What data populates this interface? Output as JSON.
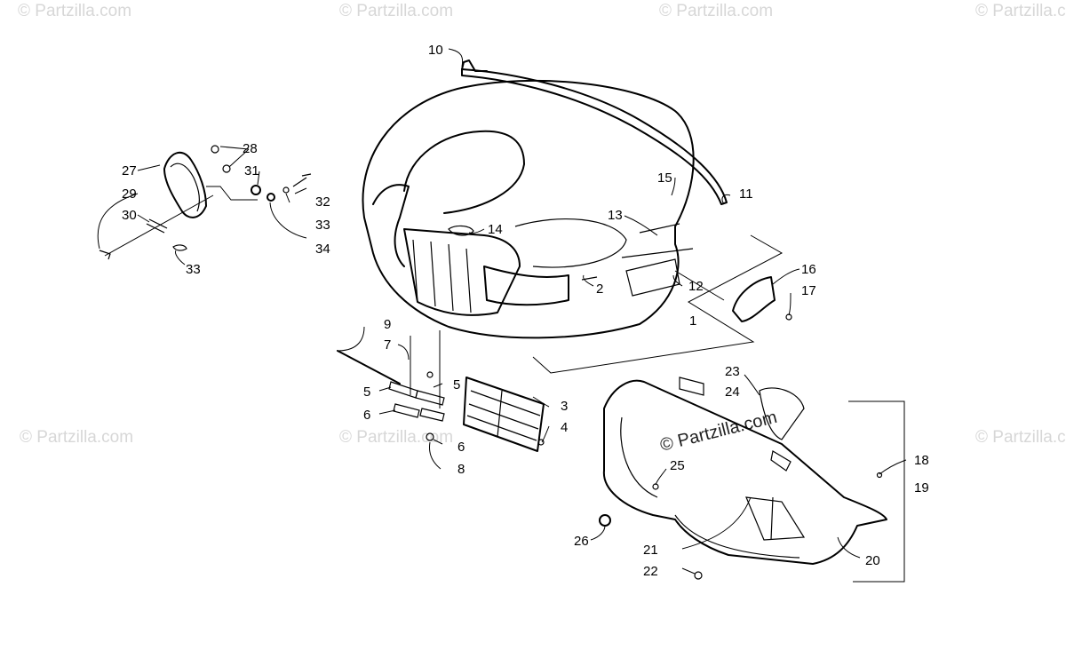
{
  "watermark": {
    "text": "© Partzilla.com",
    "color": "#d7d7d7"
  },
  "callouts": {
    "c1": "1",
    "c2": "2",
    "c3": "3",
    "c4": "4",
    "c5a": "5",
    "c5b": "5",
    "c6a": "6",
    "c6b": "6",
    "c7": "7",
    "c8": "8",
    "c9": "9",
    "c10": "10",
    "c11": "11",
    "c12": "12",
    "c13": "13",
    "c14": "14",
    "c15": "15",
    "c16": "16",
    "c17": "17",
    "c18": "18",
    "c19": "19",
    "c20": "20",
    "c21": "21",
    "c22": "22",
    "c23": "23",
    "c24": "24",
    "c25": "25",
    "c26": "26",
    "c27": "27",
    "c28": "28",
    "c29": "29",
    "c30": "30",
    "c31": "31",
    "c32": "32",
    "c33a": "33",
    "c33b": "33",
    "c34": "34"
  }
}
